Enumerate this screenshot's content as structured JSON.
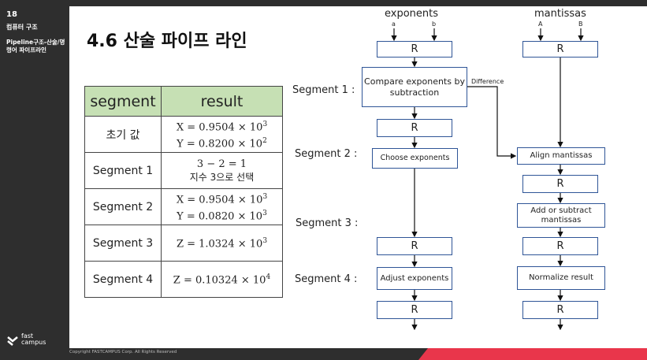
{
  "sidebar": {
    "lecture_number": "18",
    "course": "컴퓨터 구조",
    "topic": "Pipeline구조-산술/명령어 파이프라인",
    "brand_line1": "fast",
    "brand_line2": "campus"
  },
  "footer": {
    "copyright": "Copyright FASTCAMPUS Corp. All Rights Reserved"
  },
  "slide": {
    "title": "4.6 산술 파이프 라인"
  },
  "table": {
    "headers": [
      "segment",
      "result"
    ],
    "rows": [
      {
        "segment": "초기 값",
        "line1": "X = 0.9504 × 10",
        "exp1": "3",
        "line2": "Y = 0.8200 × 10",
        "exp2": "2"
      },
      {
        "segment": "Segment 1",
        "line1": "3 − 2 = 1",
        "exp1": "",
        "line2": "지수 3으로 선택",
        "exp2": ""
      },
      {
        "segment": "Segment 2",
        "line1": "X = 0.9504 × 10",
        "exp1": "3",
        "line2": "Y = 0.0820 × 10",
        "exp2": "3"
      },
      {
        "segment": "Segment 3",
        "line1": "Z = 1.0324 × 10",
        "exp1": "3",
        "line2": "",
        "exp2": ""
      },
      {
        "segment": "Segment 4",
        "line1": "Z = 0.10324 × 10",
        "exp1": "4",
        "line2": "",
        "exp2": ""
      }
    ]
  },
  "diagram": {
    "exponents_label": "exponents",
    "mantissas_label": "mantissas",
    "input_a": "a",
    "input_b": "b",
    "input_A": "A",
    "input_B": "B",
    "register": "R",
    "difference": "Difference",
    "seg1": "Segment 1 :",
    "seg2": "Segment 2 :",
    "seg3": "Segment 3 :",
    "seg4": "Segment 4 :",
    "compare": "Compare exponents by subtraction",
    "choose": "Choose exponents",
    "align": "Align mantissas",
    "addsub": "Add or subtract mantissas",
    "adjust": "Adjust exponents",
    "normalize": "Normalize result"
  },
  "colors": {
    "header_bg": "#c6e0b4",
    "box_border": "#2f5597",
    "accent": "#e9364b"
  }
}
